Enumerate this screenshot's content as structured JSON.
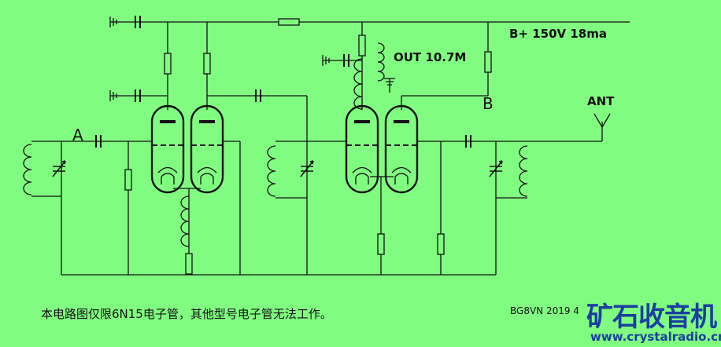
{
  "labels": {
    "node_a": "A",
    "node_b": "B",
    "supply": "B+ 150V 18ma",
    "output": "OUT 10.7M",
    "antenna": "ANT"
  },
  "note": "本电路图仅限6N15电子管，其他型号电子管无法工作。",
  "signature": "BG8VN  2019  4",
  "watermark": {
    "logo": "矿石收音机",
    "url": "www.crystalradio.cn"
  },
  "colors": {
    "background": "#80fc80",
    "ink": "#111111",
    "watermark": "#1a3fa0"
  }
}
